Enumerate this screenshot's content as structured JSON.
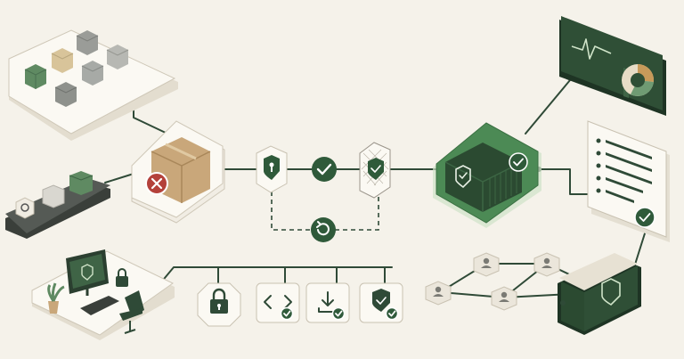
{
  "palette": {
    "background": "#f5f2ea",
    "accent_green": "#2f5a3a",
    "bright_green": "#4c8a55",
    "dark_green": "#2b3f30",
    "reject_red": "#b4413a",
    "cardboard": "#c9a77a"
  },
  "nodes": [
    {
      "name": "module-registry-platform",
      "icon": "cube-grid-icon"
    },
    {
      "name": "build-conveyor",
      "icon": "conveyor-icon"
    },
    {
      "name": "rejected-package",
      "icon": "package-x-icon"
    },
    {
      "name": "security-scan-shield",
      "icon": "keyhole-shield-icon"
    },
    {
      "name": "approval-check",
      "icon": "check-icon"
    },
    {
      "name": "retry-loop",
      "icon": "refresh-icon"
    },
    {
      "name": "filtered-shield",
      "icon": "mesh-shield-icon"
    },
    {
      "name": "secured-container",
      "icon": "container-shield-icon"
    },
    {
      "name": "monitoring-dashboard",
      "icon": "chart-dashboard-icon"
    },
    {
      "name": "policy-checklist",
      "icon": "checklist-icon"
    },
    {
      "name": "developer-workstation",
      "icon": "workstation-icon"
    },
    {
      "name": "lock-step",
      "icon": "lock-icon"
    },
    {
      "name": "code-step",
      "icon": "code-icon"
    },
    {
      "name": "download-step",
      "icon": "download-icon"
    },
    {
      "name": "shield-step",
      "icon": "shield-icon"
    },
    {
      "name": "user-network",
      "icon": "user-node-icon"
    },
    {
      "name": "secure-ledger-book",
      "icon": "shield-book-icon"
    }
  ]
}
